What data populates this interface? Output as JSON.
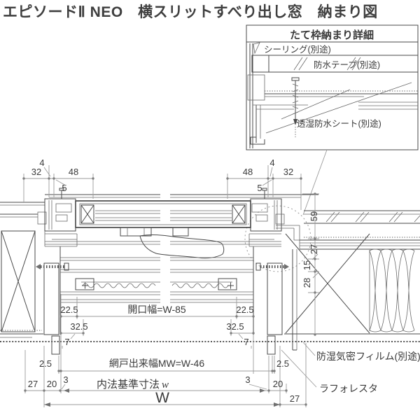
{
  "title": "エピソードⅡ NEO　横スリットすべり出し窓　納まり図",
  "detail_box": {
    "title": "たて枠納まり詳細",
    "labels": {
      "sealing": "シーリング(別途)",
      "waterproof_tape": "防水テープ(別途)",
      "breathable_sheet": "透湿防水シート(別途)"
    }
  },
  "dims": {
    "tl_4": "4",
    "tl_32": "32",
    "tl_48": "48",
    "tl_5": "5",
    "tr_48": "48",
    "tr_4": "4",
    "tr_32": "32",
    "tr_5": "5",
    "rv_59": "59",
    "rv_27": "27",
    "rv_15": "15",
    "rv_28": "28",
    "open_l225": "22.5",
    "open_label": "開口幅=W-85",
    "open_r225": "22.5",
    "l325": "32.5",
    "r325": "32.5",
    "l7": "7",
    "r7": "7",
    "l25": "2.5",
    "screen_label": "網戸出来幅MW=W-46",
    "r25": "2.5",
    "b_27l": "27",
    "b_20l": "20",
    "b_3l": "3",
    "base_label": "内法基準寸法",
    "base_w": "w",
    "b_3r": "3",
    "b_20r": "20",
    "w_label": "W",
    "b_27r": "27"
  },
  "callouts": {
    "film": "防湿気密フィルム(別途)",
    "laforesta": "ラフォレスタ"
  },
  "colors": {
    "line": "#4a4a4a",
    "dim": "#9b9b9b",
    "text": "#3a3a3a",
    "bg": "#ffffff"
  }
}
